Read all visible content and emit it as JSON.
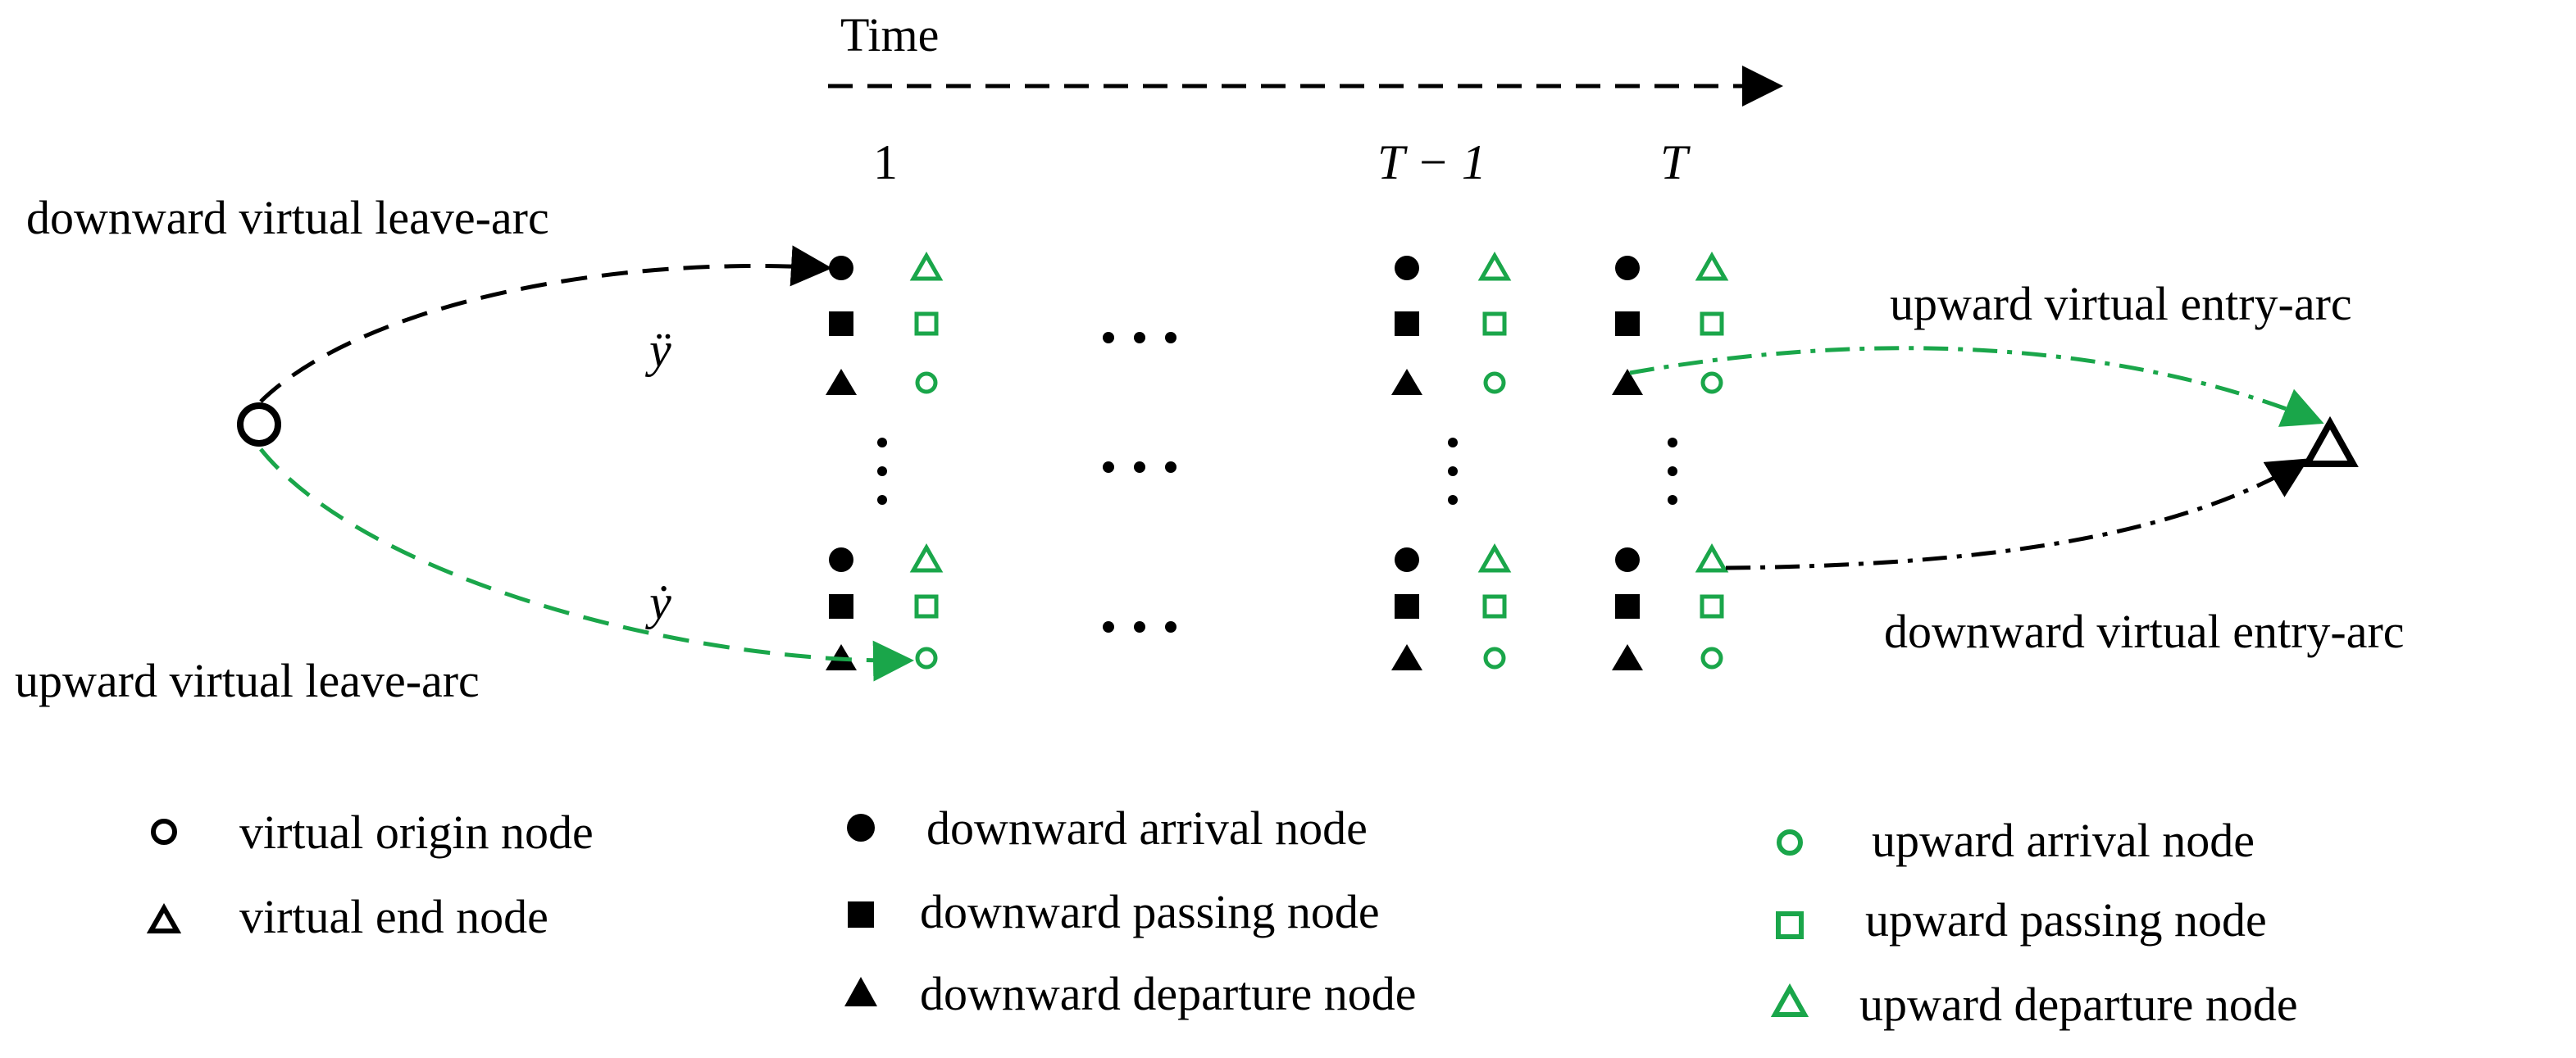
{
  "time_axis": {
    "label": "Time",
    "ticks": [
      "1",
      "T − 1",
      "T"
    ]
  },
  "row_labels": {
    "double_dot_y": "ÿ",
    "single_dot_y": "ẏ"
  },
  "ellipsis": {
    "horizontal": "…",
    "vertical": "⋮"
  },
  "arcs": {
    "downward_leave": "downward virtual leave-arc",
    "upward_leave": "upward virtual leave-arc",
    "upward_entry": "upward virtual entry-arc",
    "downward_entry": "downward virtual entry-arc"
  },
  "legend": {
    "virtual_origin": "virtual origin node",
    "virtual_end": "virtual end node",
    "down_arrival": "downward arrival node",
    "down_passing": "downward passing node",
    "down_departure": "downward departure node",
    "up_arrival": "upward arrival node",
    "up_passing": "upward passing node",
    "up_departure": "upward departure node"
  },
  "colors": {
    "downward": "#000000",
    "upward": "#1aa64a"
  }
}
